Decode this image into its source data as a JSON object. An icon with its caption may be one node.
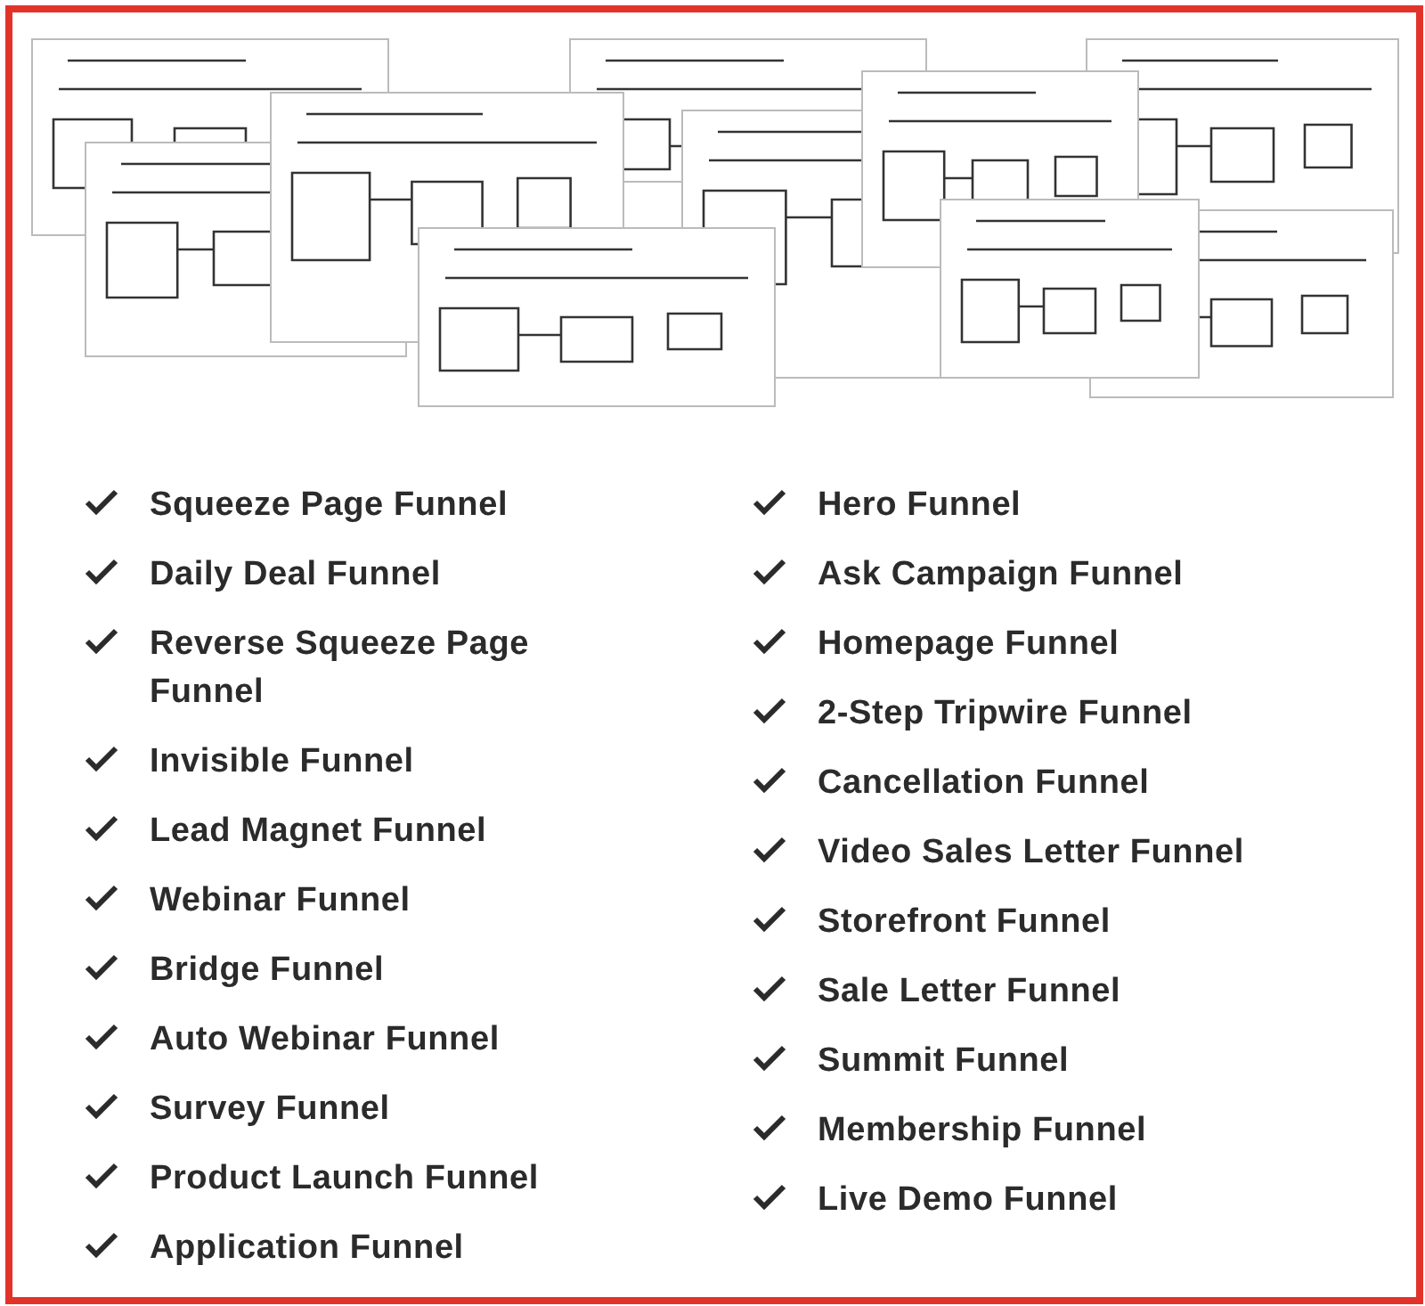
{
  "diagram": {
    "labels": [
      "Squeeze Page Funnel",
      "Daily Deal Funnel",
      "Reverse Squeeze Page Funnel",
      "Invisible Funnel",
      "Lead Magnet Funnel",
      "Webinar Funnel",
      "Bridge Funnel",
      "Auto Webinar Funnel",
      "Survey Funnel",
      "Product Launch Funnel",
      "Application Funnel",
      "Hero Funnel",
      "Ask Campaign Funnel",
      "Homepage Funnel",
      "2-Step Tripwire Funnel",
      "Cancellation Funnel",
      "Video Sales Letter Funnel",
      "Storefront Funnel",
      "Sale Letter Funnel",
      "Summit Funnel",
      "Membership Funnel",
      "Live Demo Funnel"
    ]
  }
}
